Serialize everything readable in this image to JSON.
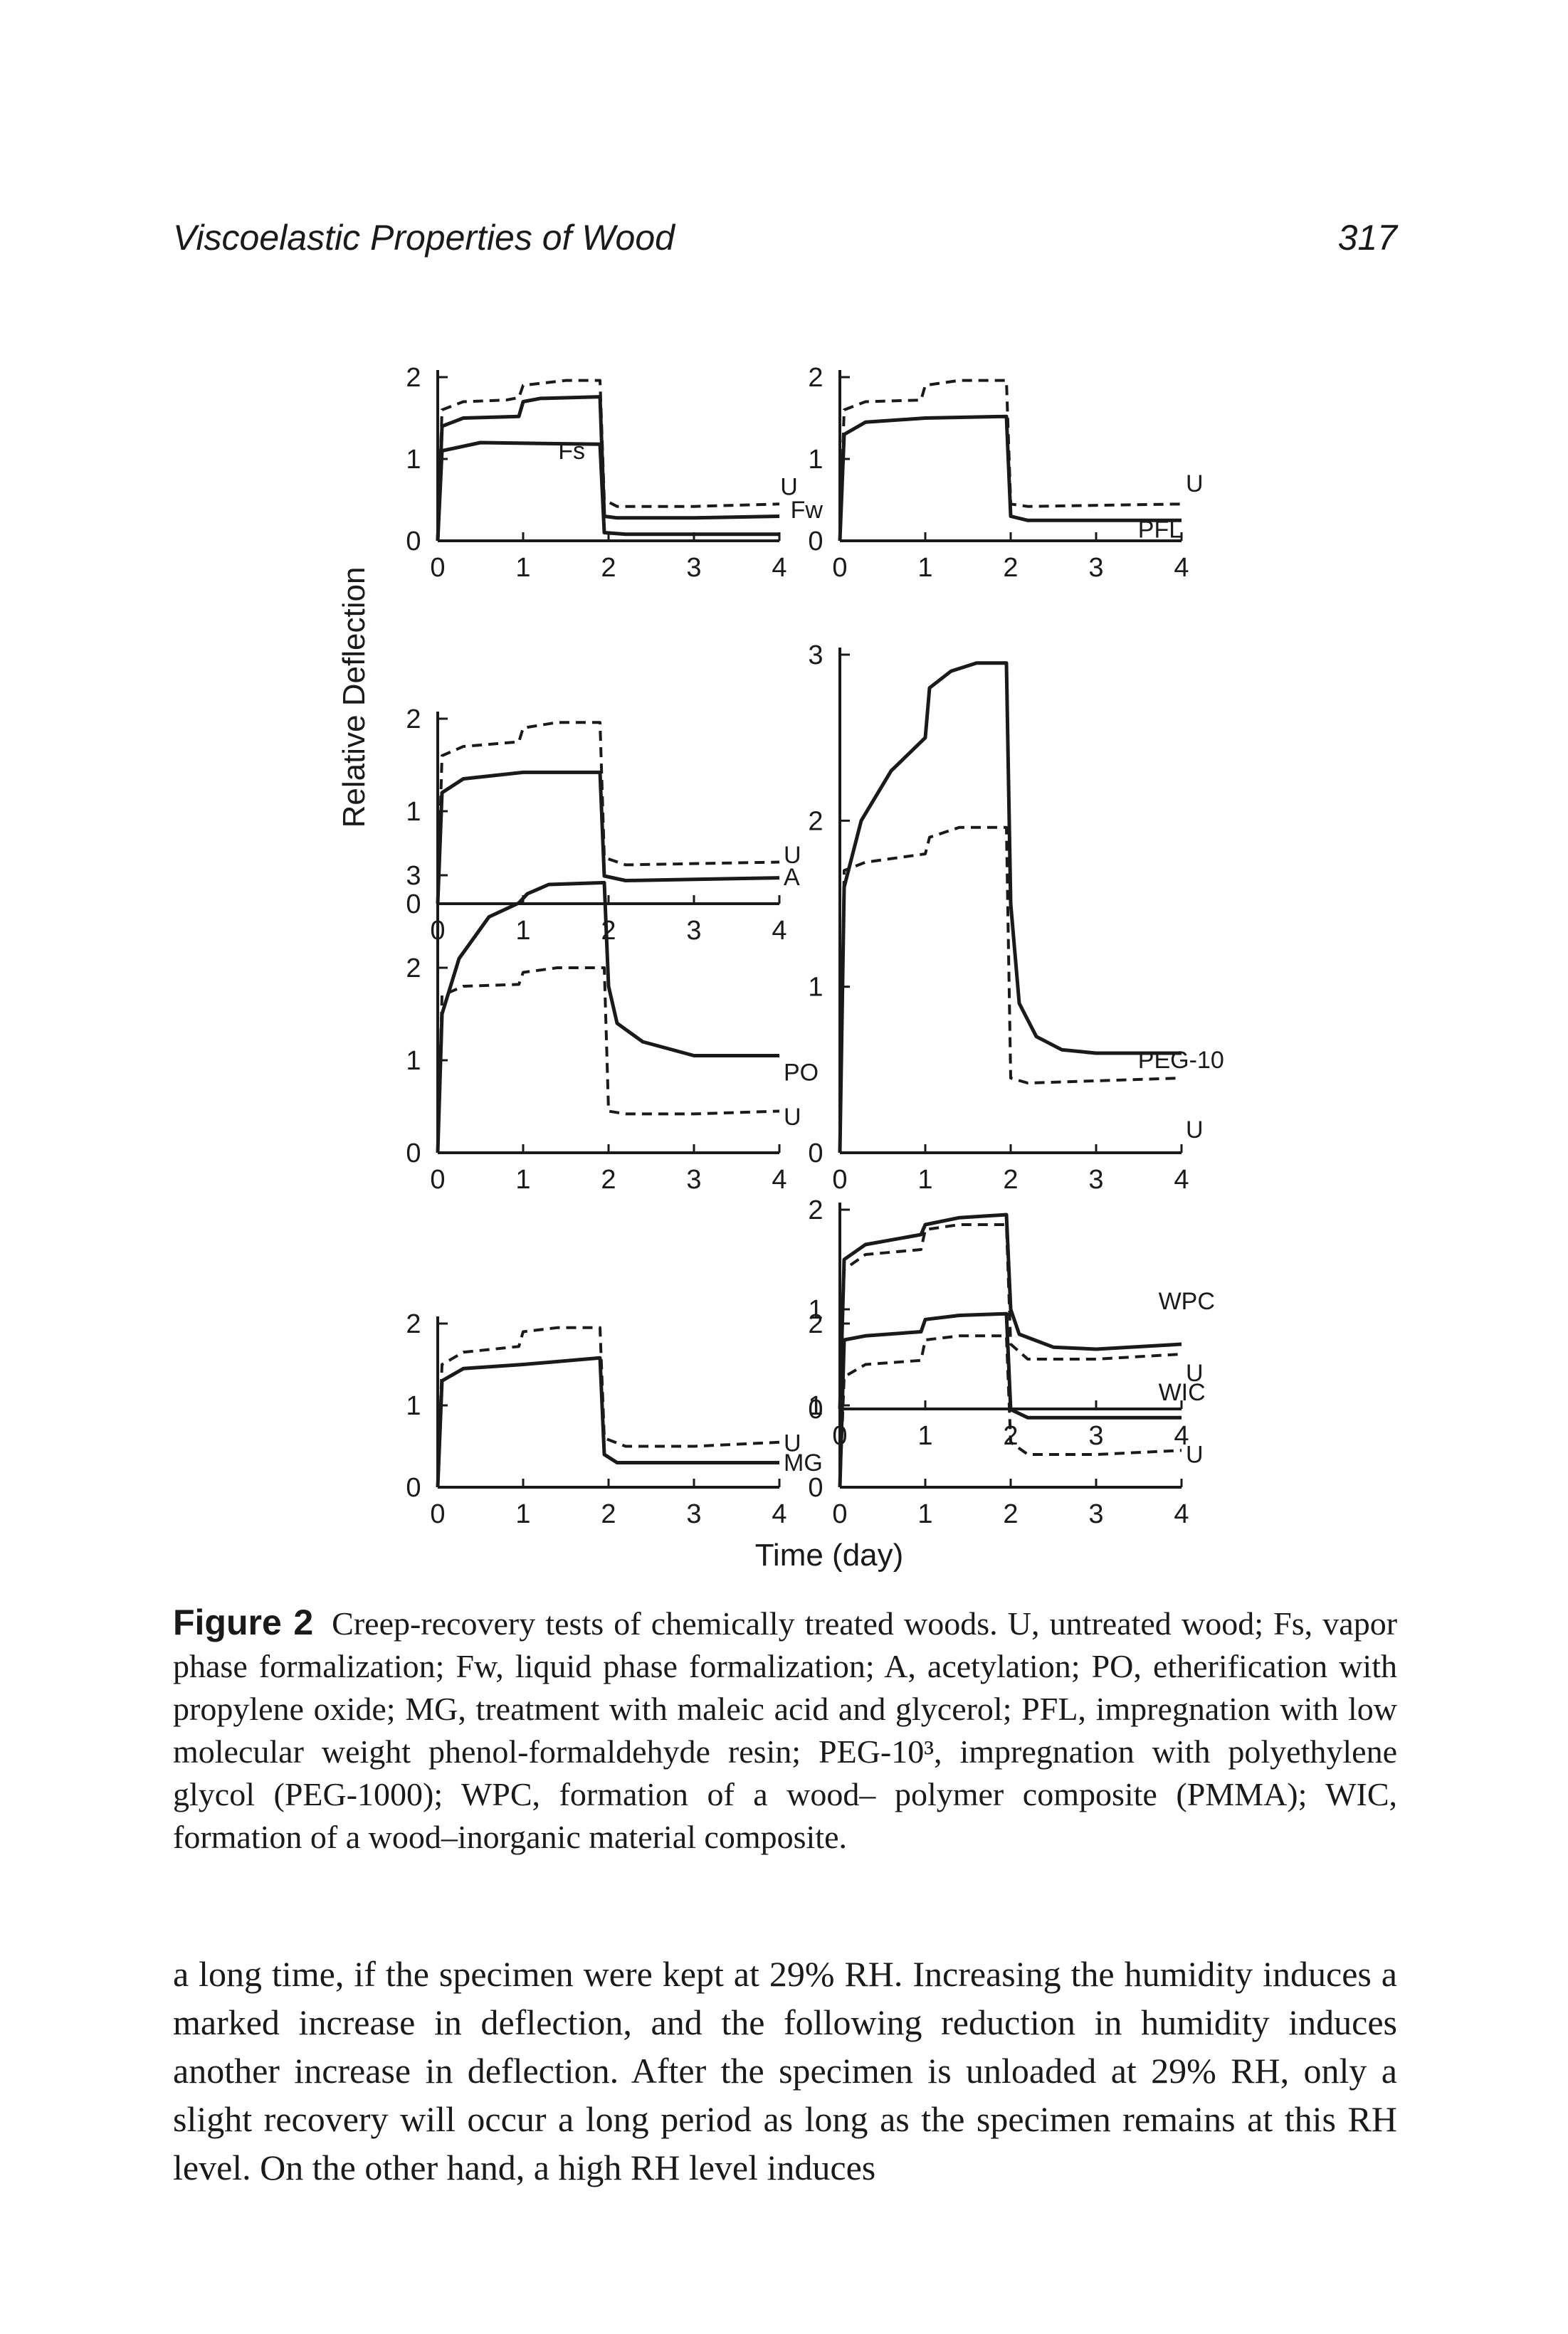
{
  "running_head": {
    "title": "Viscoelastic Properties of Wood",
    "page_number": "317"
  },
  "figure": {
    "y_axis_label": "Relative Deflection",
    "x_axis_label": "Time (day)"
  },
  "chart_data": [
    {
      "type": "line",
      "panel": "left-1",
      "xlim": [
        0,
        4
      ],
      "ylim": [
        0,
        2
      ],
      "x_ticks": [
        "0",
        "1",
        "2",
        "3",
        "4"
      ],
      "y_ticks": [
        "0",
        "1",
        "2"
      ],
      "labels": [
        "Fs",
        "U",
        "Fw"
      ],
      "series": [
        {
          "name": "U",
          "style": "dashed",
          "x": [
            0,
            0.05,
            0.3,
            0.8,
            0.95,
            1.0,
            1.5,
            1.9,
            1.95,
            2.1,
            3.0,
            4.0
          ],
          "y": [
            0,
            1.6,
            1.7,
            1.72,
            1.75,
            1.9,
            1.96,
            1.96,
            0.5,
            0.42,
            0.42,
            0.45
          ]
        },
        {
          "name": "Fw",
          "style": "solid",
          "x": [
            0,
            0.05,
            0.3,
            0.95,
            1.0,
            1.2,
            1.9,
            1.95,
            2.1,
            3.0,
            4.0
          ],
          "y": [
            0,
            1.4,
            1.5,
            1.52,
            1.7,
            1.74,
            1.76,
            0.3,
            0.28,
            0.28,
            0.3
          ]
        },
        {
          "name": "Fs",
          "style": "solid",
          "x": [
            0,
            0.05,
            0.5,
            1.9,
            1.95,
            2.2,
            4.0
          ],
          "y": [
            0,
            1.1,
            1.2,
            1.18,
            0.1,
            0.08,
            0.08
          ]
        }
      ]
    },
    {
      "type": "line",
      "panel": "right-1",
      "xlim": [
        0,
        4
      ],
      "ylim": [
        0,
        2
      ],
      "x_ticks": [
        "0",
        "1",
        "2",
        "3",
        "4"
      ],
      "y_ticks": [
        "0",
        "1",
        "2"
      ],
      "labels": [
        "U",
        "PFL"
      ],
      "series": [
        {
          "name": "U",
          "style": "dashed",
          "x": [
            0,
            0.05,
            0.3,
            0.95,
            1.0,
            1.4,
            1.95,
            2.0,
            2.2,
            4.0
          ],
          "y": [
            0,
            1.6,
            1.7,
            1.72,
            1.9,
            1.96,
            1.96,
            0.45,
            0.42,
            0.45
          ]
        },
        {
          "name": "PFL",
          "style": "solid",
          "x": [
            0,
            0.05,
            0.3,
            1.0,
            1.95,
            2.0,
            2.2,
            4.0
          ],
          "y": [
            0,
            1.3,
            1.45,
            1.5,
            1.52,
            0.3,
            0.25,
            0.25
          ]
        }
      ]
    },
    {
      "type": "line",
      "panel": "left-2",
      "xlim": [
        0,
        4
      ],
      "ylim": [
        0,
        2
      ],
      "x_ticks": [
        "0",
        "1",
        "2",
        "3",
        "4"
      ],
      "y_ticks": [
        "0",
        "1",
        "2"
      ],
      "labels": [
        "U",
        "A"
      ],
      "series": [
        {
          "name": "U",
          "style": "dashed",
          "x": [
            0,
            0.05,
            0.3,
            0.95,
            1.0,
            1.4,
            1.9,
            1.95,
            2.2,
            4.0
          ],
          "y": [
            0,
            1.6,
            1.7,
            1.75,
            1.9,
            1.96,
            1.96,
            0.5,
            0.42,
            0.45
          ]
        },
        {
          "name": "A",
          "style": "solid",
          "x": [
            0,
            0.05,
            0.3,
            1.0,
            1.9,
            1.95,
            2.2,
            4.0
          ],
          "y": [
            0,
            1.2,
            1.35,
            1.42,
            1.42,
            0.3,
            0.25,
            0.28
          ]
        }
      ]
    },
    {
      "type": "line",
      "panel": "right-2",
      "xlim": [
        0,
        4
      ],
      "ylim": [
        0,
        3
      ],
      "x_ticks": [
        "0",
        "1",
        "2",
        "3",
        "4"
      ],
      "y_ticks": [
        "0",
        "1",
        "2",
        "3"
      ],
      "labels": [
        "PEG-10³",
        "U"
      ],
      "series": [
        {
          "name": "PEG-10³",
          "style": "solid",
          "x": [
            0,
            0.05,
            0.25,
            0.6,
            1.0,
            1.05,
            1.3,
            1.6,
            1.95,
            2.0,
            2.1,
            2.3,
            2.6,
            3.0,
            4.0
          ],
          "y": [
            0,
            1.6,
            2.0,
            2.3,
            2.5,
            2.8,
            2.9,
            2.95,
            2.95,
            1.5,
            0.9,
            0.7,
            0.62,
            0.6,
            0.6
          ]
        },
        {
          "name": "U",
          "style": "dashed",
          "x": [
            0,
            0.05,
            0.3,
            1.0,
            1.05,
            1.4,
            1.95,
            2.0,
            2.2,
            4.0
          ],
          "y": [
            0,
            1.7,
            1.75,
            1.8,
            1.9,
            1.96,
            1.96,
            0.45,
            0.42,
            0.45
          ]
        }
      ]
    },
    {
      "type": "line",
      "panel": "left-3",
      "xlim": [
        0,
        4
      ],
      "ylim": [
        0,
        3
      ],
      "x_ticks": [
        "0",
        "1",
        "2",
        "3",
        "4"
      ],
      "y_ticks": [
        "0",
        "1",
        "2",
        "3"
      ],
      "labels": [
        "PO",
        "U"
      ],
      "series": [
        {
          "name": "PO",
          "style": "solid",
          "x": [
            0,
            0.05,
            0.25,
            0.6,
            0.95,
            1.05,
            1.3,
            1.95,
            2.0,
            2.1,
            2.4,
            2.8,
            3.0,
            4.0
          ],
          "y": [
            0,
            1.5,
            2.1,
            2.55,
            2.7,
            2.8,
            2.9,
            2.92,
            1.8,
            1.4,
            1.2,
            1.1,
            1.05,
            1.05
          ]
        },
        {
          "name": "U",
          "style": "dashed",
          "x": [
            0,
            0.05,
            0.3,
            0.95,
            1.0,
            1.4,
            1.95,
            2.0,
            2.2,
            3.0,
            4.0
          ],
          "y": [
            0,
            1.7,
            1.8,
            1.82,
            1.95,
            2.0,
            2.0,
            0.45,
            0.42,
            0.42,
            0.45
          ]
        }
      ]
    },
    {
      "type": "line",
      "panel": "right-3",
      "xlim": [
        0,
        4
      ],
      "ylim": [
        0,
        2
      ],
      "x_ticks": [
        "0",
        "1",
        "2",
        "3",
        "4"
      ],
      "y_ticks": [
        "0",
        "1",
        "2"
      ],
      "labels": [
        "WPC",
        "U"
      ],
      "series": [
        {
          "name": "WPC",
          "style": "solid",
          "x": [
            0,
            0.05,
            0.3,
            0.95,
            1.0,
            1.4,
            1.95,
            2.0,
            2.1,
            2.5,
            3.0,
            4.0
          ],
          "y": [
            0,
            1.5,
            1.65,
            1.75,
            1.85,
            1.92,
            1.95,
            1.0,
            0.75,
            0.62,
            0.6,
            0.65
          ]
        },
        {
          "name": "U",
          "style": "dashed",
          "x": [
            0,
            0.05,
            0.3,
            0.95,
            1.0,
            1.4,
            1.95,
            2.0,
            2.2,
            3.0,
            4.0
          ],
          "y": [
            0,
            1.4,
            1.55,
            1.6,
            1.8,
            1.85,
            1.85,
            0.65,
            0.5,
            0.5,
            0.55
          ]
        }
      ]
    },
    {
      "type": "line",
      "panel": "left-4",
      "xlim": [
        0,
        4
      ],
      "ylim": [
        0,
        2
      ],
      "x_ticks": [
        "0",
        "1",
        "2",
        "3",
        "4"
      ],
      "y_ticks": [
        "0",
        "1",
        "2"
      ],
      "labels": [
        "U",
        "MG"
      ],
      "series": [
        {
          "name": "U",
          "style": "dashed",
          "x": [
            0,
            0.05,
            0.3,
            0.95,
            1.0,
            1.4,
            1.9,
            1.95,
            2.2,
            3.0,
            4.0
          ],
          "y": [
            0,
            1.5,
            1.65,
            1.72,
            1.9,
            1.95,
            1.95,
            0.6,
            0.5,
            0.5,
            0.55
          ]
        },
        {
          "name": "MG",
          "style": "solid",
          "x": [
            0,
            0.05,
            0.3,
            1.0,
            1.9,
            1.95,
            2.1,
            4.0
          ],
          "y": [
            0,
            1.3,
            1.45,
            1.5,
            1.58,
            0.4,
            0.3,
            0.3
          ]
        }
      ]
    },
    {
      "type": "line",
      "panel": "right-4",
      "xlim": [
        0,
        4
      ],
      "ylim": [
        0,
        2
      ],
      "x_ticks": [
        "0",
        "1",
        "2",
        "3",
        "4"
      ],
      "y_ticks": [
        "0",
        "1",
        "2"
      ],
      "labels": [
        "WIC",
        "U"
      ],
      "series": [
        {
          "name": "WIC",
          "style": "solid",
          "x": [
            0,
            0.05,
            0.3,
            0.95,
            1.0,
            1.4,
            1.95,
            2.0,
            2.2,
            3.0,
            4.0
          ],
          "y": [
            0,
            1.8,
            1.85,
            1.9,
            2.05,
            2.1,
            2.12,
            0.95,
            0.85,
            0.85,
            0.85
          ]
        },
        {
          "name": "U",
          "style": "dashed",
          "x": [
            0,
            0.05,
            0.3,
            0.95,
            1.0,
            1.4,
            1.95,
            2.0,
            2.2,
            3.0,
            4.0
          ],
          "y": [
            0,
            1.35,
            1.5,
            1.55,
            1.8,
            1.85,
            1.85,
            0.55,
            0.4,
            0.4,
            0.45
          ]
        }
      ]
    }
  ],
  "caption": {
    "label": "Figure 2",
    "text": "Creep-recovery tests of chemically treated woods. U, untreated wood; Fs, vapor phase formalization; Fw, liquid phase formalization; A, acetylation; PO, etherification with propylene oxide; MG, treatment with maleic acid and glycerol; PFL, impregnation with low molecular weight phenol-formaldehyde resin; PEG-10³, impregnation with polyethylene glycol (PEG-1000); WPC, formation of a wood– polymer composite (PMMA); WIC, formation of a wood–inorganic material composite."
  },
  "body_text": "a long time, if the specimen were kept at 29% RH. Increasing the humidity induces a marked increase in deflection, and the following reduction in humidity induces another increase in deflection. After the specimen is unloaded at 29% RH, only a slight recovery will occur a long period as long as the specimen remains at this RH level. On the other hand, a high RH level induces"
}
